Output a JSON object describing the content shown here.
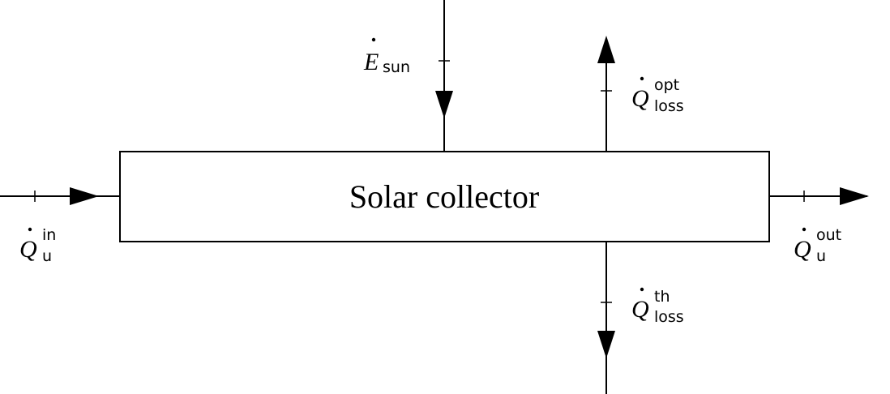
{
  "diagram": {
    "box_label": "Solar collector",
    "flows": {
      "sun": {
        "symbol": "E",
        "sub": "sun",
        "sup": ""
      },
      "opt_loss": {
        "symbol": "Q",
        "sub": "loss",
        "sup": "opt"
      },
      "th_loss": {
        "symbol": "Q",
        "sub": "loss",
        "sup": "th"
      },
      "inlet": {
        "symbol": "Q",
        "sub": "u",
        "sup": "in"
      },
      "outlet": {
        "symbol": "Q",
        "sub": "u",
        "sup": "out"
      }
    }
  }
}
